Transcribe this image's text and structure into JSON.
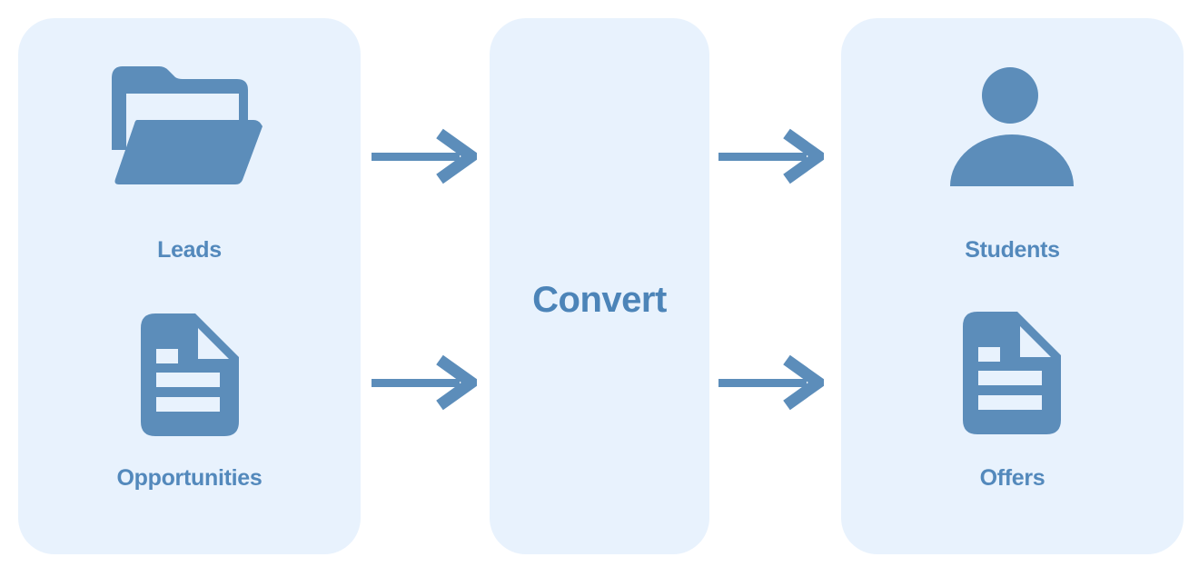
{
  "colors": {
    "page_bg": "#ffffff",
    "panel_bg": "#E8F2FD",
    "icon_blue": "#5C8DBA",
    "label_blue": "#5389BC",
    "title_blue": "#4C84B8"
  },
  "left_panel": {
    "items": [
      {
        "label": "Leads",
        "icon": "open-folder-icon"
      },
      {
        "label": "Opportunities",
        "icon": "document-icon"
      }
    ]
  },
  "center_panel": {
    "title": "Convert"
  },
  "right_panel": {
    "items": [
      {
        "label": "Students",
        "icon": "person-icon"
      },
      {
        "label": "Offers",
        "icon": "document-icon"
      }
    ]
  },
  "arrows": {
    "direction": "right",
    "left_to_center_count": 2,
    "center_to_right_count": 2
  }
}
